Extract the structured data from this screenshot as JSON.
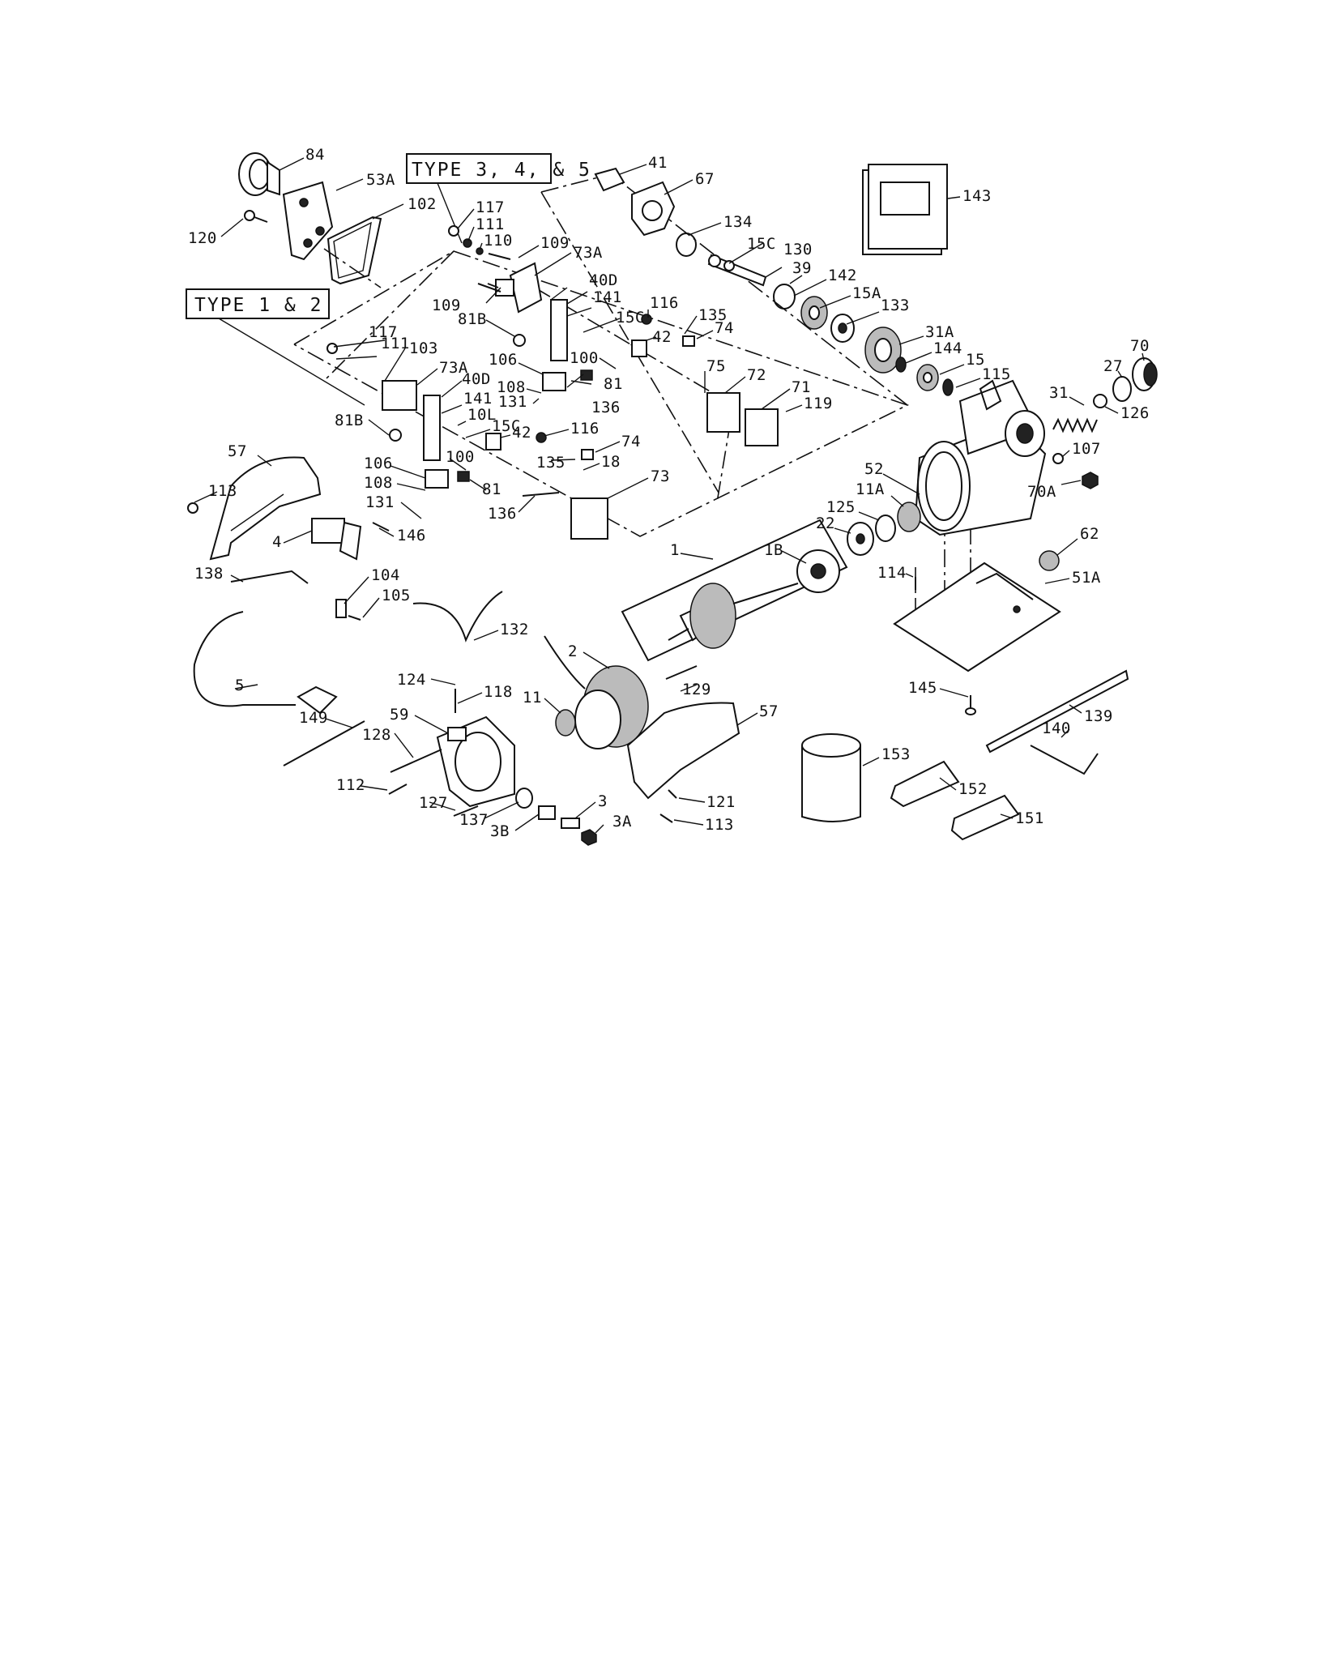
{
  "diagram": {
    "type_boxes": {
      "type_1_2": "TYPE 1 & 2",
      "type_3_4_5": "TYPE 3, 4, & 5"
    },
    "callouts": [
      {
        "id": "c84",
        "text": "84"
      },
      {
        "id": "c53A",
        "text": "53A"
      },
      {
        "id": "c102",
        "text": "102"
      },
      {
        "id": "c120",
        "text": "120"
      },
      {
        "id": "c117a",
        "text": "117"
      },
      {
        "id": "c111a",
        "text": "111"
      },
      {
        "id": "c110",
        "text": "110"
      },
      {
        "id": "c109a",
        "text": "109"
      },
      {
        "id": "c73Aa",
        "text": "73A"
      },
      {
        "id": "c41",
        "text": "41"
      },
      {
        "id": "c67",
        "text": "67"
      },
      {
        "id": "c143",
        "text": "143"
      },
      {
        "id": "c134",
        "text": "134"
      },
      {
        "id": "c15Ca",
        "text": "15C"
      },
      {
        "id": "c130",
        "text": "130"
      },
      {
        "id": "c39",
        "text": "39"
      },
      {
        "id": "c142",
        "text": "142"
      },
      {
        "id": "c15A",
        "text": "15A"
      },
      {
        "id": "c133",
        "text": "133"
      },
      {
        "id": "c31A",
        "text": "31A"
      },
      {
        "id": "c144",
        "text": "144"
      },
      {
        "id": "c15",
        "text": "15"
      },
      {
        "id": "c115",
        "text": "115"
      },
      {
        "id": "c70",
        "text": "70"
      },
      {
        "id": "c27",
        "text": "27"
      },
      {
        "id": "c31",
        "text": "31"
      },
      {
        "id": "c126",
        "text": "126"
      },
      {
        "id": "c107",
        "text": "107"
      },
      {
        "id": "c70A",
        "text": "70A"
      },
      {
        "id": "c109b",
        "text": "109"
      },
      {
        "id": "c40Da",
        "text": "40D"
      },
      {
        "id": "c141a",
        "text": "141"
      },
      {
        "id": "c81Ba",
        "text": "81B"
      },
      {
        "id": "c15Cb",
        "text": "15C"
      },
      {
        "id": "c116a",
        "text": "116"
      },
      {
        "id": "c135a",
        "text": "135"
      },
      {
        "id": "c42a",
        "text": "42"
      },
      {
        "id": "c74a",
        "text": "74"
      },
      {
        "id": "c117b",
        "text": "117"
      },
      {
        "id": "c111b",
        "text": "111"
      },
      {
        "id": "c103",
        "text": "103"
      },
      {
        "id": "c106a",
        "text": "106"
      },
      {
        "id": "c100a",
        "text": "100"
      },
      {
        "id": "c75",
        "text": "75"
      },
      {
        "id": "c72",
        "text": "72"
      },
      {
        "id": "c71",
        "text": "71"
      },
      {
        "id": "c119",
        "text": "119"
      },
      {
        "id": "c73Ab",
        "text": "73A"
      },
      {
        "id": "c40Db",
        "text": "40D"
      },
      {
        "id": "c108a",
        "text": "108"
      },
      {
        "id": "c131a",
        "text": "131"
      },
      {
        "id": "c81a",
        "text": "81"
      },
      {
        "id": "c136a",
        "text": "136"
      },
      {
        "id": "c141b",
        "text": "141"
      },
      {
        "id": "c101",
        "text": "10L"
      },
      {
        "id": "c15Cc",
        "text": "15C"
      },
      {
        "id": "c81Bb",
        "text": "81B"
      },
      {
        "id": "c42b",
        "text": "42"
      },
      {
        "id": "c116b",
        "text": "116"
      },
      {
        "id": "c74b",
        "text": "74"
      },
      {
        "id": "c135b",
        "text": "135"
      },
      {
        "id": "c18",
        "text": "18"
      },
      {
        "id": "c100b",
        "text": "100"
      },
      {
        "id": "c106b",
        "text": "106"
      },
      {
        "id": "c108b",
        "text": "108"
      },
      {
        "id": "c81b",
        "text": "81"
      },
      {
        "id": "c73",
        "text": "73"
      },
      {
        "id": "c131b",
        "text": "131"
      },
      {
        "id": "c136b",
        "text": "136"
      },
      {
        "id": "c57a",
        "text": "57"
      },
      {
        "id": "c113a",
        "text": "113"
      },
      {
        "id": "c4",
        "text": "4"
      },
      {
        "id": "c146",
        "text": "146"
      },
      {
        "id": "c52",
        "text": "52"
      },
      {
        "id": "c11A",
        "text": "11A"
      },
      {
        "id": "c125",
        "text": "125"
      },
      {
        "id": "c22",
        "text": "22"
      },
      {
        "id": "c1",
        "text": "1"
      },
      {
        "id": "c1B",
        "text": "1B"
      },
      {
        "id": "c114",
        "text": "114"
      },
      {
        "id": "c62",
        "text": "62"
      },
      {
        "id": "c51A",
        "text": "51A"
      },
      {
        "id": "c138",
        "text": "138"
      },
      {
        "id": "c104",
        "text": "104"
      },
      {
        "id": "c105",
        "text": "105"
      },
      {
        "id": "c132",
        "text": "132"
      },
      {
        "id": "c5",
        "text": "5"
      },
      {
        "id": "c2",
        "text": "2"
      },
      {
        "id": "c129",
        "text": "129"
      },
      {
        "id": "c124",
        "text": "124"
      },
      {
        "id": "c118",
        "text": "118"
      },
      {
        "id": "c11",
        "text": "11"
      },
      {
        "id": "c59",
        "text": "59"
      },
      {
        "id": "c149",
        "text": "149"
      },
      {
        "id": "c128",
        "text": "128"
      },
      {
        "id": "c112",
        "text": "112"
      },
      {
        "id": "c127",
        "text": "127"
      },
      {
        "id": "c137",
        "text": "137"
      },
      {
        "id": "c3B",
        "text": "3B"
      },
      {
        "id": "c3",
        "text": "3"
      },
      {
        "id": "c3A",
        "text": "3A"
      },
      {
        "id": "c57b",
        "text": "57"
      },
      {
        "id": "c121",
        "text": "121"
      },
      {
        "id": "c113b",
        "text": "113"
      },
      {
        "id": "c145",
        "text": "145"
      },
      {
        "id": "c139",
        "text": "139"
      },
      {
        "id": "c140",
        "text": "140"
      },
      {
        "id": "c153",
        "text": "153"
      },
      {
        "id": "c152",
        "text": "152"
      },
      {
        "id": "c151",
        "text": "151"
      }
    ]
  }
}
